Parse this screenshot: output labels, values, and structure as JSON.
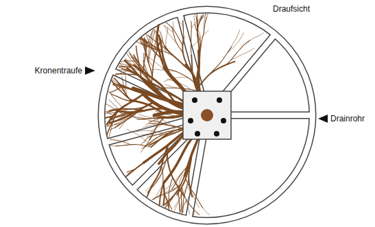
{
  "diagram": {
    "labels": [
      "Draufsicht",
      "Kronentraufe",
      "Drainrohr"
    ]
  }
}
